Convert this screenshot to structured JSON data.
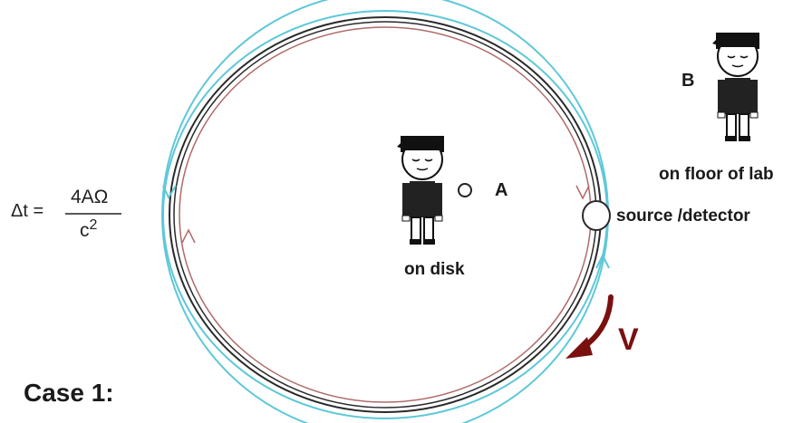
{
  "formula": {
    "lhs": "Δt =",
    "numerator": "4AΩ",
    "denominator_base": "c",
    "denominator_exp": "2"
  },
  "labels": {
    "observer_a": "A",
    "observer_b": "B",
    "on_disk": "on disk",
    "on_floor": "on floor of lab",
    "source_detector": "source /detector",
    "velocity": "V",
    "case": "Case 1:"
  },
  "colors": {
    "ring": "#2a2a2a",
    "outer_beam": "#5ec8d8",
    "inner_beam": "#b06a6a",
    "velocity": "#7a1010",
    "text": "#1a1a1a"
  }
}
